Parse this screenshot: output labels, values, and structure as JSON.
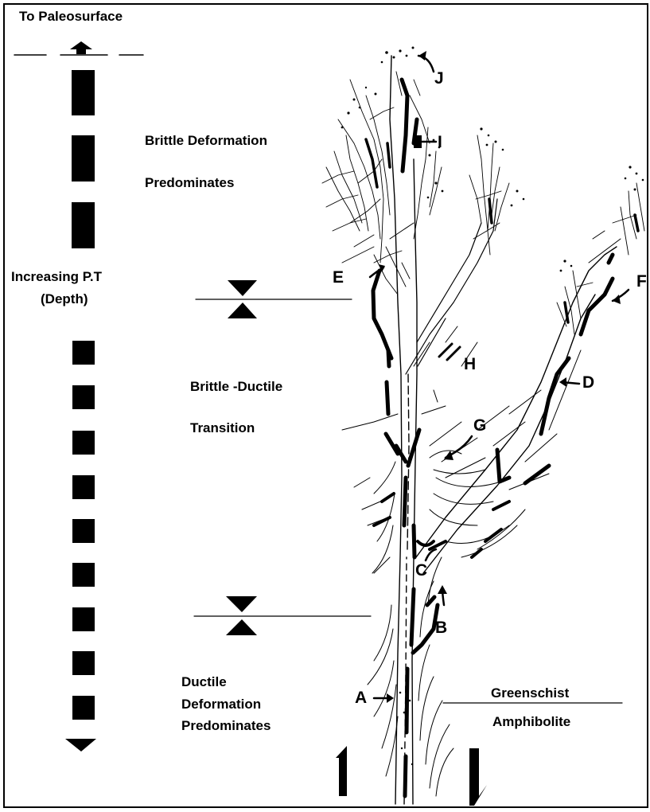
{
  "header": {
    "top_label": "To Paleosurface"
  },
  "depth_axis": {
    "label_line1": "Increasing  P.T",
    "label_line2": "(Depth)"
  },
  "zones": {
    "brittle": {
      "line1": "Brittle Deformation",
      "line2": "Predominates"
    },
    "transition": {
      "line1": "Brittle -Ductile",
      "line2": "Transition"
    },
    "ductile": {
      "line1": "Ductile",
      "line2": "Deformation",
      "line3": "Predominates"
    }
  },
  "facies": {
    "upper": "Greenschist",
    "lower": "Amphibolite"
  },
  "point_labels": {
    "a": "A",
    "b": "B",
    "c": "C",
    "d": "D",
    "e": "E",
    "f": "F",
    "g": "G",
    "h": "H",
    "i": "I",
    "j": "J"
  },
  "colors": {
    "ink": "#000000",
    "background": "#ffffff"
  }
}
